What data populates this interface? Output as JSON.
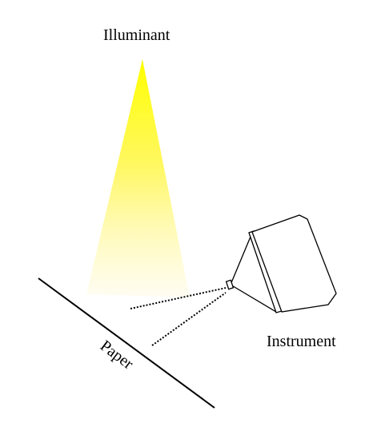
{
  "labels": {
    "illuminant": "Illuminant",
    "paper": "Paper",
    "instrument": "Instrument"
  },
  "colors": {
    "light_top": "#ffff00",
    "light_bottom": "#fffbe0",
    "line": "#000000",
    "background": "#ffffff"
  }
}
